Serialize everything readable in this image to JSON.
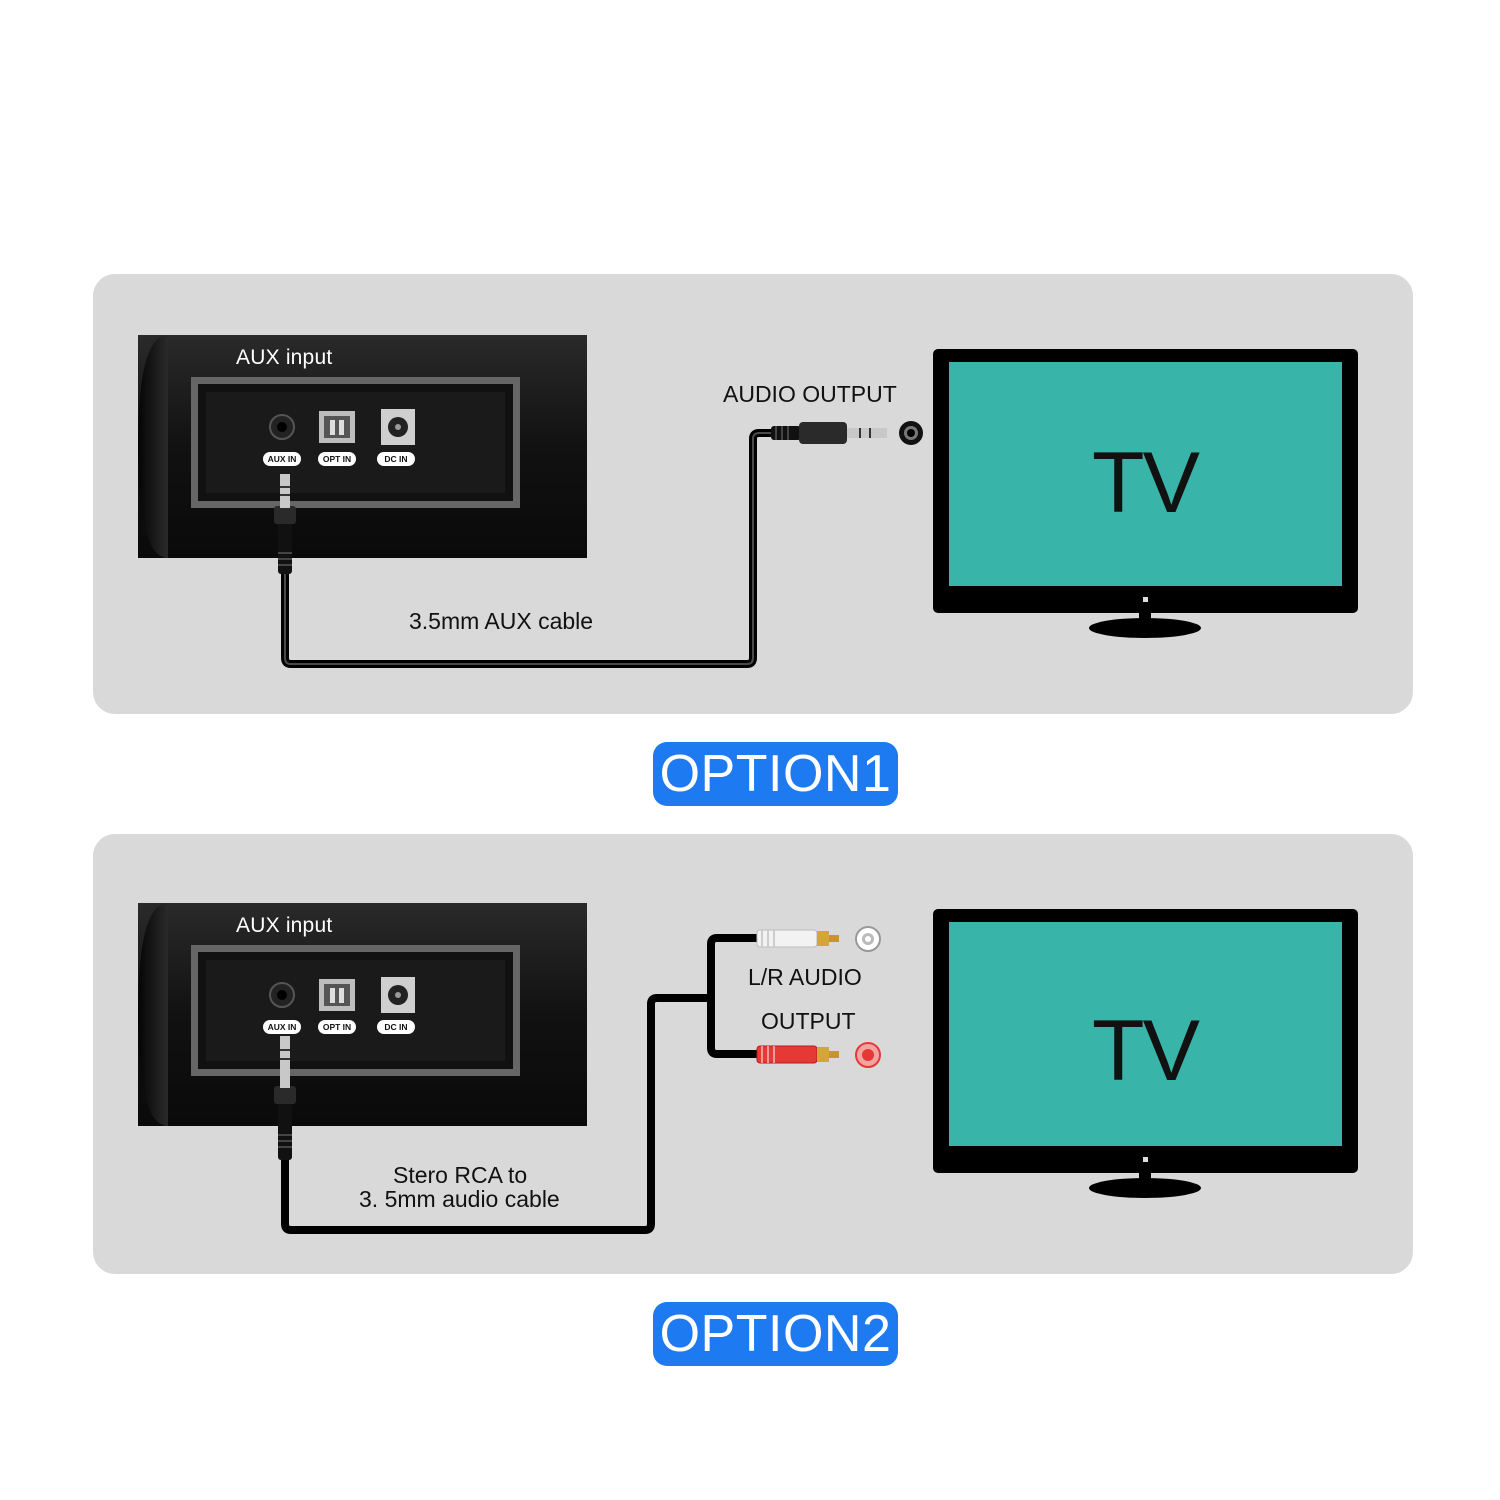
{
  "option1": {
    "aux_input_label": "AUX input",
    "ports": {
      "aux": "AUX IN",
      "opt": "OPT IN",
      "dc": "DC IN"
    },
    "audio_output_label": "AUDIO OUTPUT",
    "cable_label": "3.5mm AUX cable",
    "tv_label": "TV",
    "badge": "OPTION1"
  },
  "option2": {
    "aux_input_label": "AUX input",
    "ports": {
      "aux": "AUX IN",
      "opt": "OPT IN",
      "dc": "DC IN"
    },
    "lr_audio_label_line1": "L/R AUDIO",
    "lr_audio_label_line2": "OUTPUT",
    "cable_label_line1": "Stero RCA to",
    "cable_label_line2": "3. 5mm audio cable",
    "tv_label": "TV",
    "badge": "OPTION2"
  },
  "colors": {
    "panel": "#d9d9d9",
    "tv_screen": "#38b4a9",
    "badge": "#1d7af0",
    "rca_red": "#e53935",
    "rca_white": "#f2f2f2"
  }
}
